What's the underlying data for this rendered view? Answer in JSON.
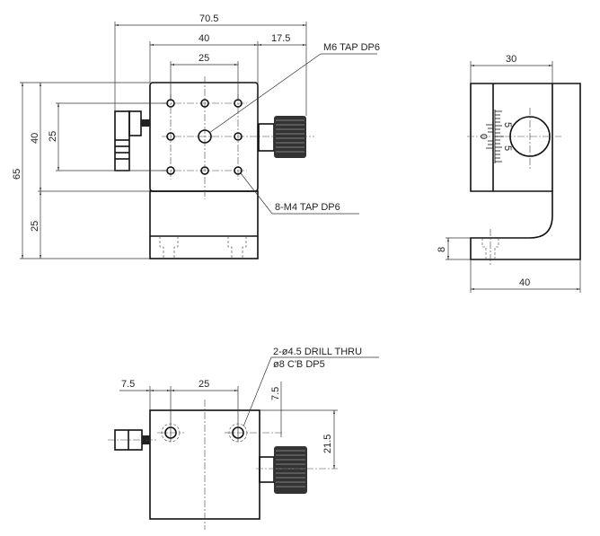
{
  "top_view": {
    "dims": {
      "overall_width": "70.5",
      "plate_width": "40",
      "knob_offset": "17.5",
      "hole_pitch_x": "25",
      "overall_height": "65",
      "plate_height": "40",
      "hole_pitch_y": "25",
      "base_height": "25"
    },
    "callouts": {
      "center_tap": "M6 TAP DP6",
      "grid_taps": "8-M4 TAP DP6"
    }
  },
  "side_view": {
    "dims": {
      "block_width": "30",
      "base_width": "40",
      "base_thickness": "8"
    },
    "scale_labels": [
      "5",
      "0",
      "5"
    ]
  },
  "bottom_view": {
    "dims": {
      "edge_offset_x": "7.5",
      "hole_pitch": "25",
      "edge_offset_y": "7.5",
      "knob_offset": "21.5"
    },
    "callouts": {
      "line1": "2-ø4.5 DRILL THRU",
      "line2": "ø8 C'B DP5"
    }
  }
}
